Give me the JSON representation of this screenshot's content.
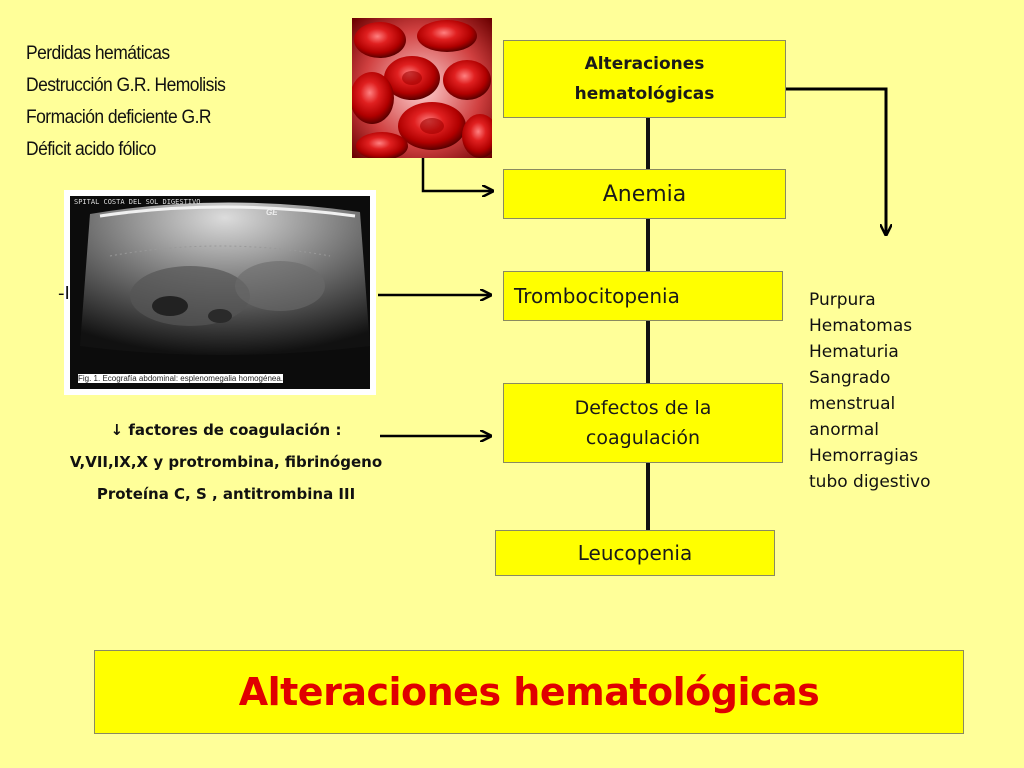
{
  "causes": [
    "Perdidas hemáticas",
    "Destrucción G.R. Hemolisis",
    "Formación deficiente G.R",
    "Déficit acido fólico"
  ],
  "boxes": {
    "main": [
      "Alteraciones",
      "hematológicas"
    ],
    "anemia": "Anemia",
    "trombo": "Trombocitopenia",
    "defectos": [
      "Defectos de la",
      "coagulación"
    ],
    "leuco": "Leucopenia"
  },
  "coag_factors": [
    "↓ factores de coagulación  :",
    "V,VII,IX,X  y protrombina, fibrinógeno",
    "Proteína C, S , antitrombina III"
  ],
  "symptoms": [
    "Purpura",
    "Hematomas",
    "Hematuria",
    "Sangrado",
    "menstrual",
    "anormal",
    "Hemorragias",
    "tubo digestivo"
  ],
  "left_fragment": "-I",
  "ultrasound": {
    "header": "SPITAL COSTA DEL SOL   DIGESTIVO",
    "tag": "GE",
    "caption": "Fig. 1. Ecografía abdominal: esplenomegalia homogénea."
  },
  "footer_title": "Alteraciones hematológicas",
  "colors": {
    "background": "#FFFF99",
    "box": "#FFFF00",
    "title": "#E00000"
  }
}
